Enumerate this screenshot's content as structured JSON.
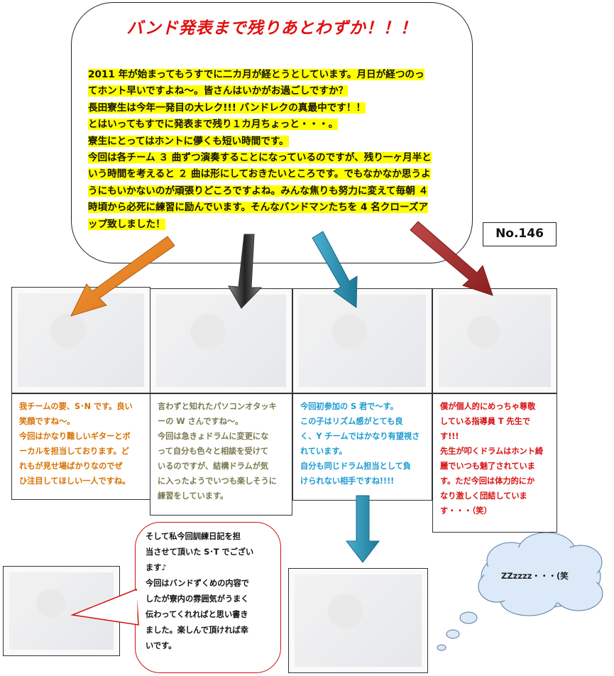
{
  "header": {
    "title": "バンド発表まで残りあとわずか！！！",
    "intro_lines": [
      "2011 年が始まってもうすでに二カ月が経とうとしています。月日が経つのっ",
      "てホント早いですよね～。皆さんはいかがお過ごしですか？",
      "長田寮生は今年一発目の大レク!!!  バンドレクの真最中です！！",
      "とはいってもすでに発表まで残り１カ月ちょっと・・・。",
      "寮生にとってはホントに儚くも短い時間です。",
      "今回は各チーム ３ 曲ずつ演奏することになっているのですが、残り一ヶ月半と",
      "いう時間を考えると ２ 曲は形にしておきたいところです。でもなかなか思うよ",
      "うにもいかないのが頑張りどころですよね。みんな焦りも努力に変えて毎朝 ４",
      "時頃から必死に練習に励んでいます。そんなバンドマンたちを 4 名クローズア",
      "ップ致しました！"
    ]
  },
  "issue_number": "No.146",
  "arrow_colors": [
    "#e07818",
    "#555555",
    "#2a94b4",
    "#a83030"
  ],
  "members": [
    {
      "color": "#d87000",
      "lines": [
        "我チームの要、S･N です。良い",
        "笑顔ですね～。",
        "今回はかなり難しいギターとボ",
        "ーカルを担当しております。ど",
        "れもが見せ場ばかりなのでぜ",
        "ひ注目してほしい一人ですね。"
      ]
    },
    {
      "color": "#7a7a50",
      "lines": [
        "言わずと知れたパソコンオタッキ",
        "ーの W さんですね～。",
        "今回は急きょドラムに変更にな",
        "って自分も色々と相談を受けて",
        "いるのですが、結構ドラムが気",
        "に入ったようでいつも楽しそうに",
        "練習をしています。"
      ]
    },
    {
      "color": "#1a9ad0",
      "lines": [
        "今回初参加の S 君で～す。",
        "この子はリズム感がとても良",
        "く、Y チームではかなり有望視さ",
        "れています。",
        "自分も同じドラム担当として負",
        "けられない相手ですね!!!!"
      ]
    },
    {
      "color": "#d81010",
      "lines": [
        "僕が個人的にめっちゃ尊敬",
        "している指導員 T 先生で",
        "す!!!",
        "先生が叩くドラムはホント綺",
        "麗でいつも魅了されていま",
        "す。ただ今回は体力的にか",
        "なり激しく団結していま",
        "す・・・（笑）"
      ]
    }
  ],
  "writer_note": {
    "lines": [
      "そして私今回訓練日記を担",
      "当させて頂いた S･T でござい",
      "ます♪",
      "今回はバンドずくめの内容で",
      "したが寮内の雰囲気がうまく",
      "伝わってくれればと思い書き",
      "ました。楽しんで頂ければ幸",
      "いです。"
    ]
  },
  "thought_cloud": "ZZzzzz・・・(笑"
}
